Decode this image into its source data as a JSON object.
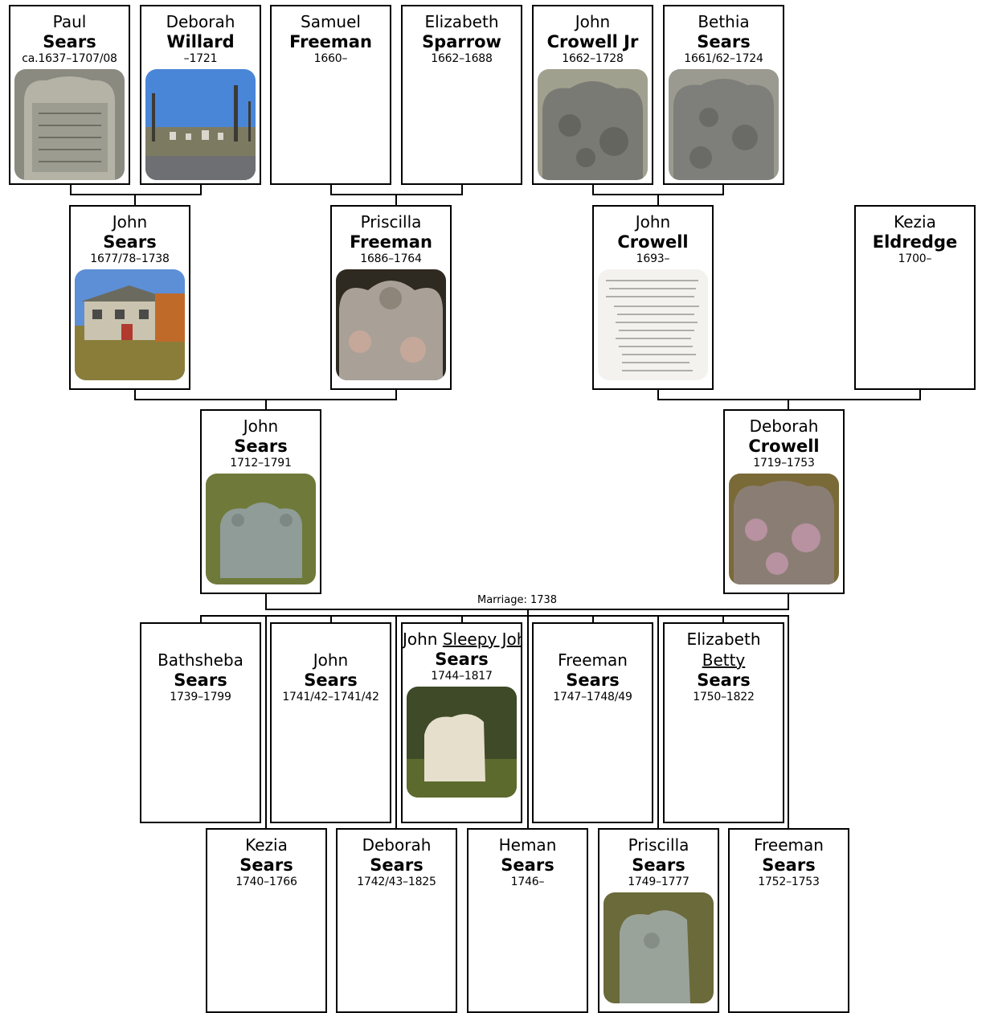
{
  "people": {
    "paul_sears": {
      "given": "Paul",
      "surname": "Sears",
      "dates": "ca.1637–1707/08",
      "photo": "gravestone-photo"
    },
    "deborah_willard": {
      "given": "Deborah",
      "surname": "Willard",
      "dates": "–1721",
      "photo": "cemetery-photo"
    },
    "samuel_freeman": {
      "given": "Samuel",
      "surname": "Freeman",
      "dates": "1660–"
    },
    "elizabeth_sparrow": {
      "given": "Elizabeth",
      "surname": "Sparrow",
      "dates": "1662–1688"
    },
    "john_crowell_jr": {
      "given": "John",
      "surname": "Crowell Jr",
      "dates": "1662–1728",
      "photo": "gravestone-photo"
    },
    "bethia_sears": {
      "given": "Bethia",
      "surname": "Sears",
      "dates": "1661/62–1724",
      "photo": "gravestone-photo"
    },
    "john_sears_1677": {
      "given": "John",
      "surname": "Sears",
      "dates": "1677/78–1738",
      "photo": "house-photo"
    },
    "priscilla_freeman": {
      "given": "Priscilla",
      "surname": "Freeman",
      "dates": "1686–1764",
      "photo": "gravestone-photo"
    },
    "john_crowell": {
      "given": "John",
      "surname": "Crowell",
      "dates": "1693–",
      "photo": "document-photo"
    },
    "kezia_eldredge": {
      "given": "Kezia",
      "surname": "Eldredge",
      "dates": "1700–"
    },
    "john_sears_1712": {
      "given": "John",
      "surname": "Sears",
      "dates": "1712–1791",
      "photo": "gravestone-photo"
    },
    "deborah_crowell": {
      "given": "Deborah",
      "surname": "Crowell",
      "dates": "1719–1753",
      "photo": "gravestone-photo"
    },
    "bathsheba_sears": {
      "given": "Bathsheba",
      "surname": "Sears",
      "dates": "1739–1799"
    },
    "john_sears_1741": {
      "given": "John",
      "surname": "Sears",
      "dates": "1741/42–1741/42"
    },
    "john_sleepy_john": {
      "given": "John",
      "nickname": "Sleepy John",
      "surname": "Sears",
      "dates": "1744–1817",
      "photo": "gravestone-photo"
    },
    "freeman_sears_1747": {
      "given": "Freeman",
      "surname": "Sears",
      "dates": "1747–1748/49"
    },
    "elizabeth_betty": {
      "given": "Elizabeth",
      "nickname": "Betty",
      "surname": "Sears",
      "dates": "1750–1822"
    },
    "kezia_sears": {
      "given": "Kezia",
      "surname": "Sears",
      "dates": "1740–1766"
    },
    "deborah_sears": {
      "given": "Deborah",
      "surname": "Sears",
      "dates": "1742/43–1825"
    },
    "heman_sears": {
      "given": "Heman",
      "surname": "Sears",
      "dates": "1746–"
    },
    "priscilla_sears": {
      "given": "Priscilla",
      "surname": "Sears",
      "dates": "1749–1777",
      "photo": "gravestone-photo"
    },
    "freeman_sears_1752": {
      "given": "Freeman",
      "surname": "Sears",
      "dates": "1752–1753"
    }
  },
  "marriage_label": "Marriage: 1738"
}
